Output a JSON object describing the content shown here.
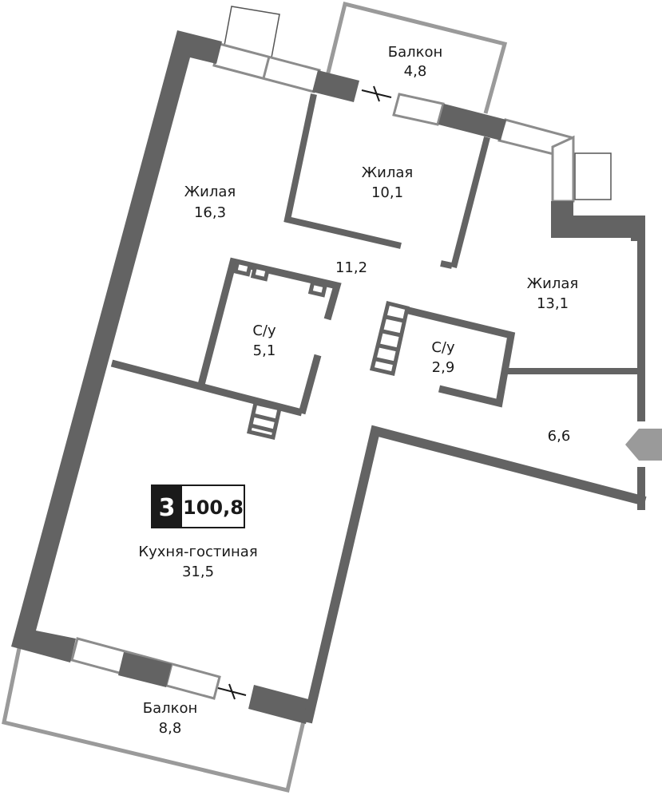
{
  "summary": {
    "rooms": "3",
    "total_area": "100,8"
  },
  "rooms": {
    "balcony_top": {
      "name": "Балкон",
      "area": "4,8"
    },
    "living_1": {
      "name": "Жилая",
      "area": "16,3"
    },
    "living_2": {
      "name": "Жилая",
      "area": "10,1"
    },
    "hall": {
      "area": "11,2"
    },
    "living_3": {
      "name": "Жилая",
      "area": "13,1"
    },
    "bath_1": {
      "name": "С/у",
      "area": "5,1"
    },
    "bath_2": {
      "name": "С/у",
      "area": "2,9"
    },
    "corridor": {
      "area": "6,6"
    },
    "kitchen": {
      "name": "Кухня-гостиная",
      "area": "31,5"
    },
    "balcony_bottom": {
      "name": "Балкон",
      "area": "8,8"
    }
  },
  "colors": {
    "wall": "#636363",
    "partition": "#636363",
    "balcony_wall": "#9a9a9a",
    "badge_bg": "#1a1a1a"
  }
}
